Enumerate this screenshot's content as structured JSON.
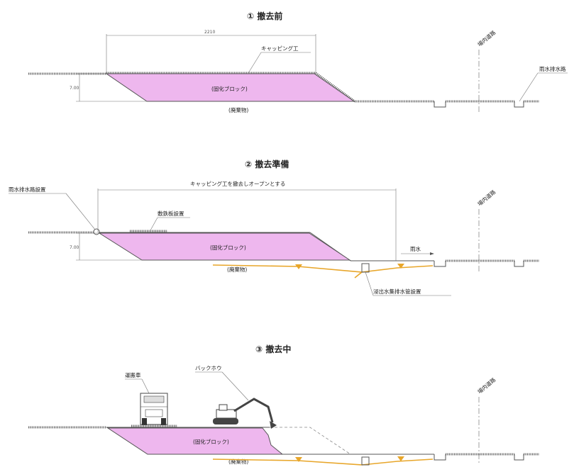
{
  "panel1": {
    "title": "① 撤去前",
    "capping_label": "キャッピング工",
    "block_label": "(固化ブロック)",
    "waste_label": "(廃棄物)",
    "road_label": "場内道路",
    "drain_label": "雨水排水路",
    "width_dim": "2210",
    "height_dim": "7.00"
  },
  "panel2": {
    "title": "② 撤去準備",
    "open_label": "キャッピング工を撤去しオープンとする",
    "drain_install_label": "雨水排水路設置",
    "plate_label": "敷鉄板設置",
    "block_label": "(固化ブロック)",
    "waste_label": "(廃棄物)",
    "rain_label": "雨水",
    "collect_label": "浸出水集排水管設置",
    "road_label": "場内道路",
    "height_dim": "7.00"
  },
  "panel3": {
    "title": "③ 撤去中",
    "truck_label": "運搬車",
    "backhoe_label": "バックホウ",
    "block_label": "(固化ブロック)",
    "waste_label": "(廃棄物)",
    "road_label": "場内道路"
  },
  "colors": {
    "block_fill": "#eeb7ee",
    "water_line": "#e8a62a"
  }
}
